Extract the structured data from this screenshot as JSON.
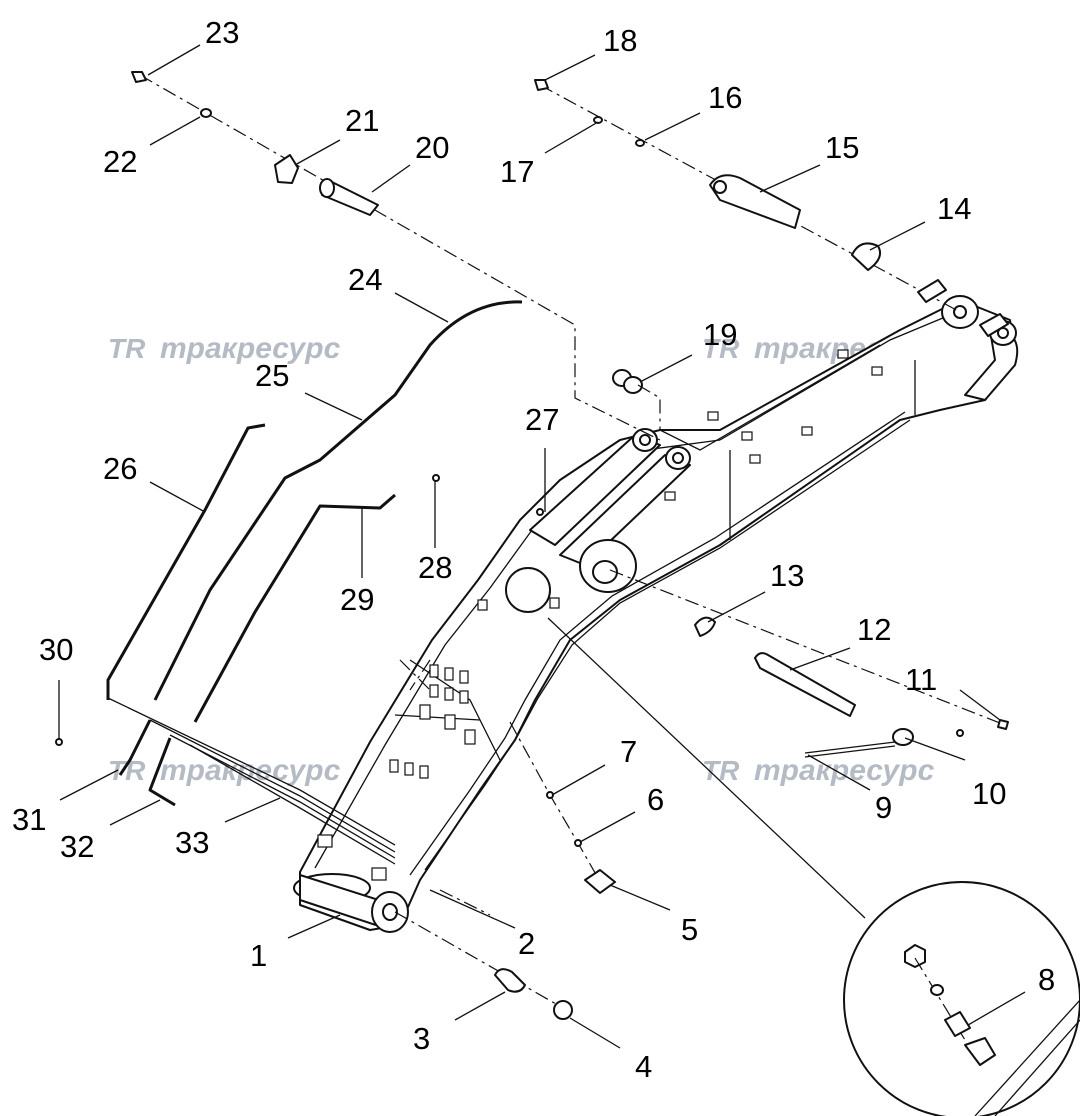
{
  "watermark": {
    "logo": "TR",
    "text": "тракресурс"
  },
  "callouts": [
    "1",
    "2",
    "3",
    "4",
    "5",
    "6",
    "7",
    "8",
    "9",
    "10",
    "11",
    "12",
    "13",
    "14",
    "15",
    "16",
    "17",
    "18",
    "19",
    "20",
    "21",
    "22",
    "23",
    "24",
    "25",
    "26",
    "27",
    "28",
    "29",
    "30",
    "31",
    "32",
    "33"
  ]
}
